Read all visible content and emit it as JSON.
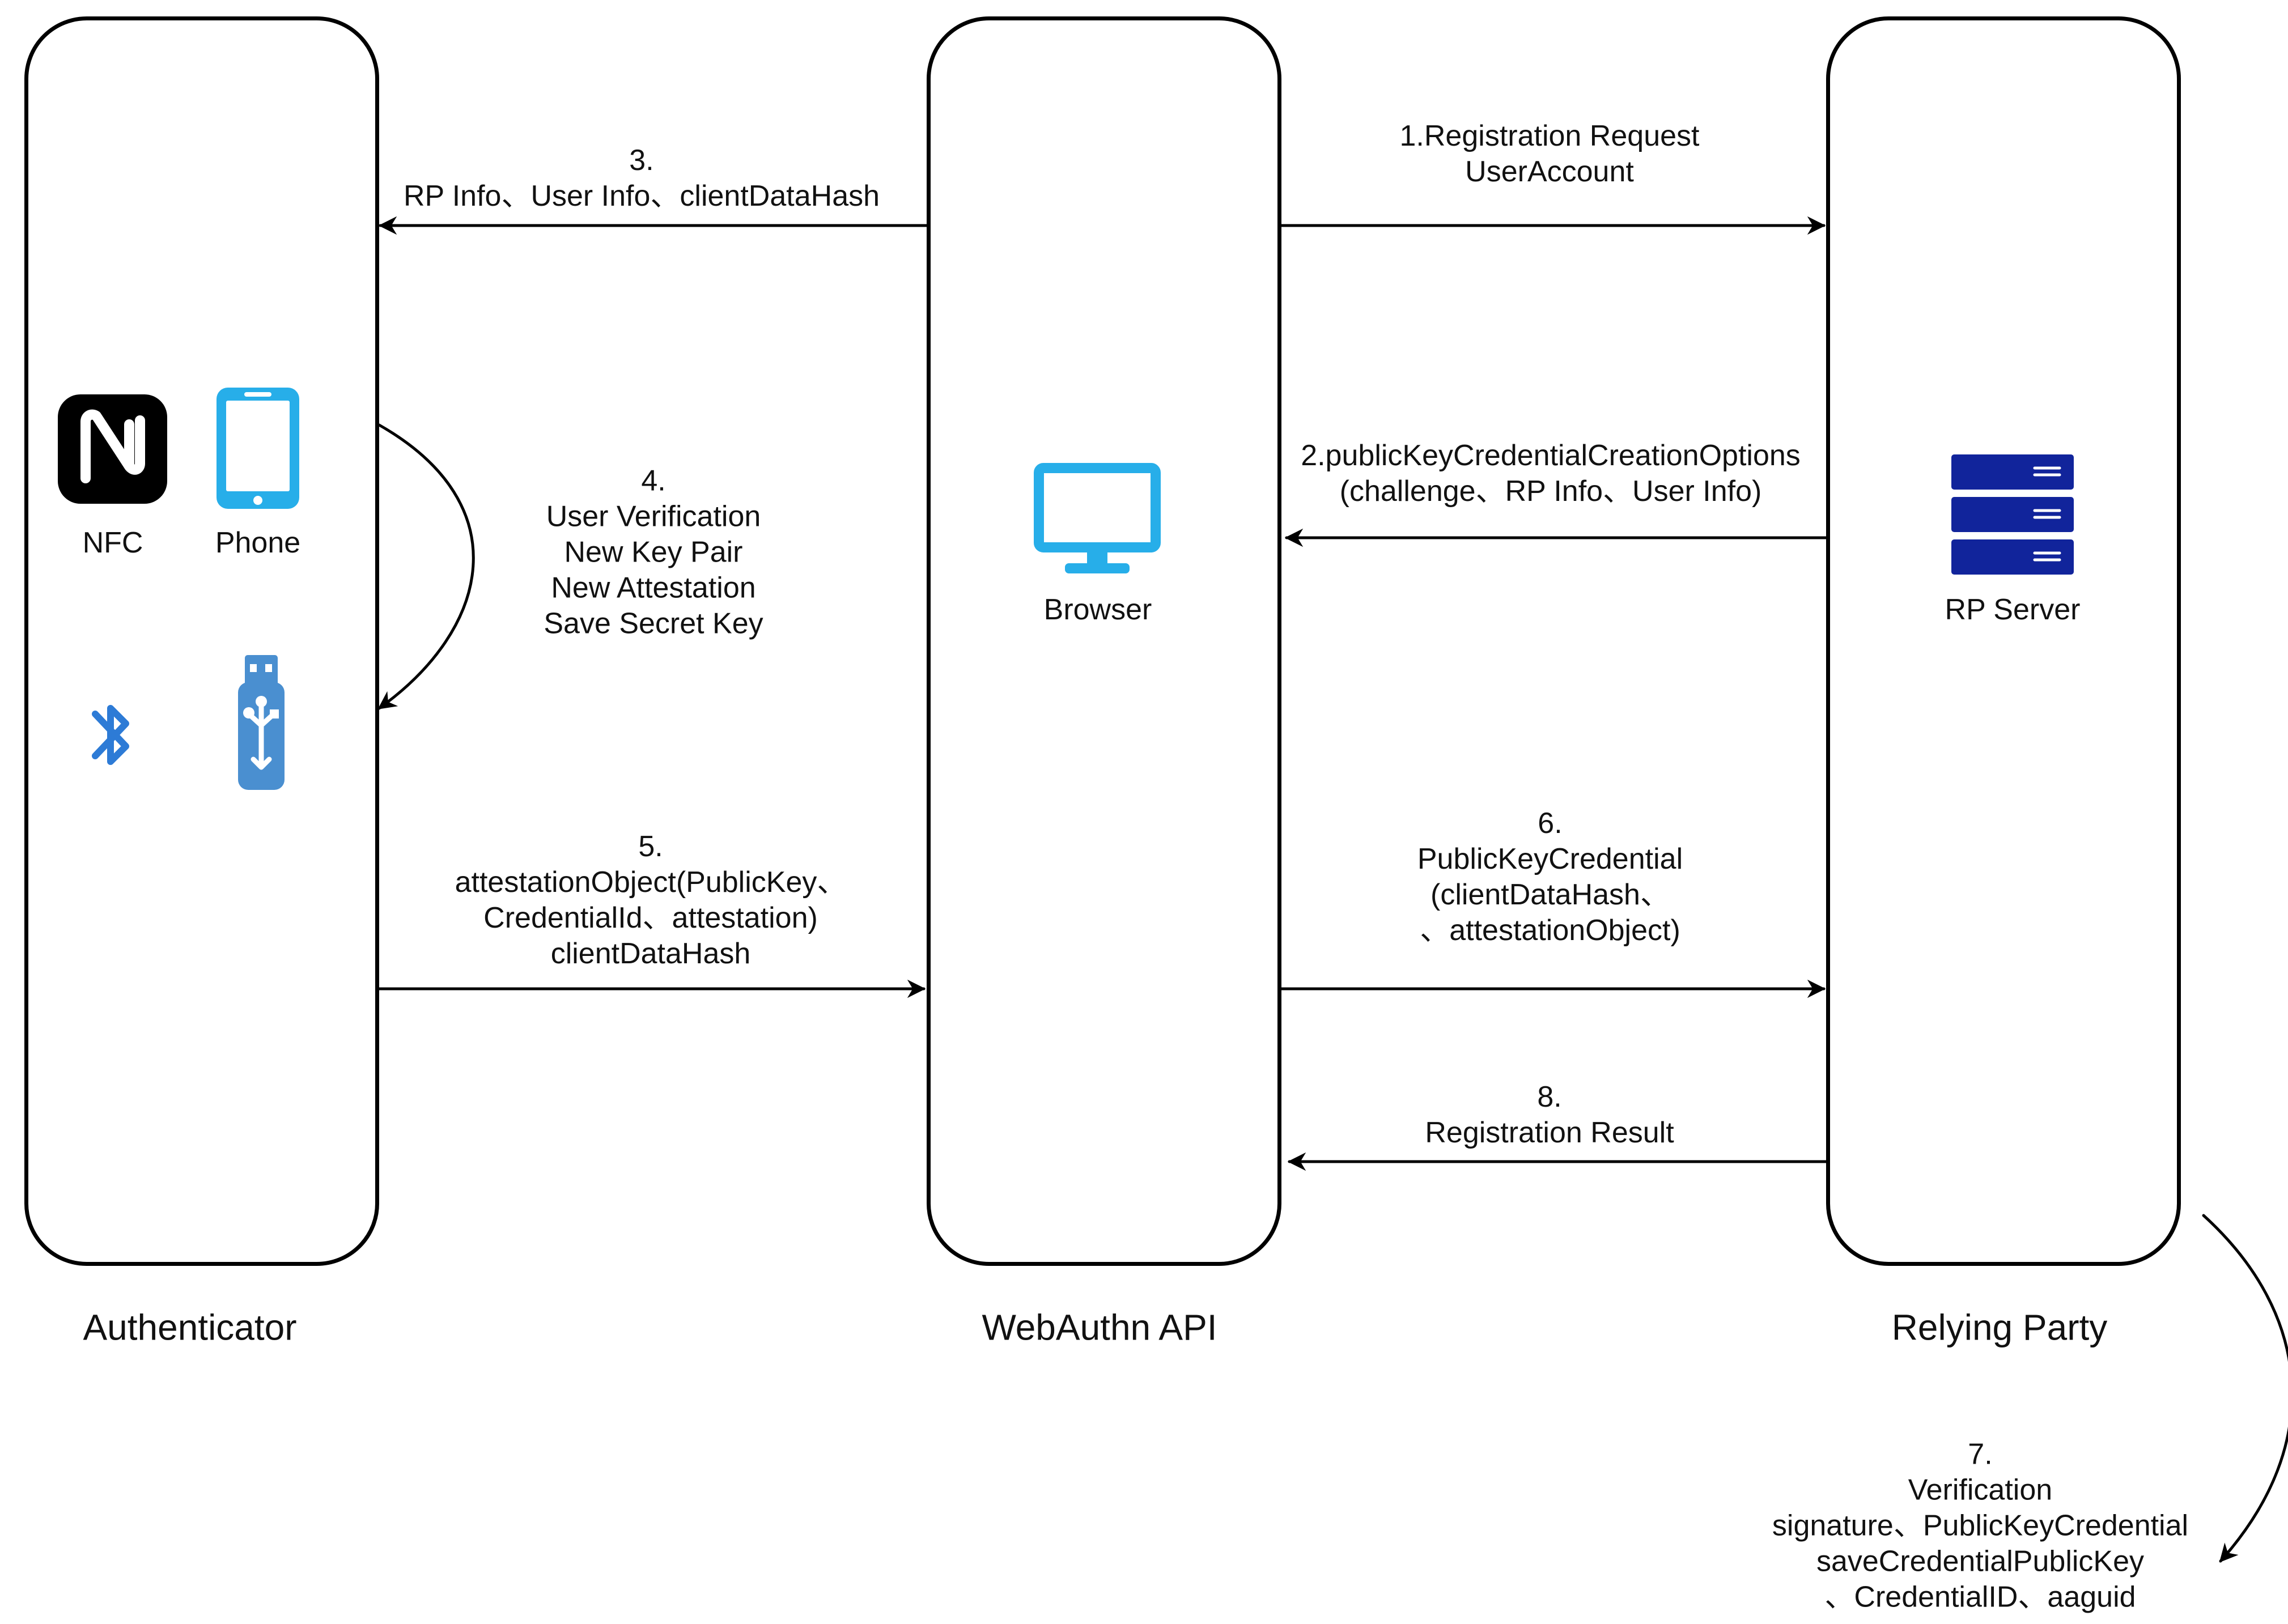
{
  "lanes": {
    "authenticator": "Authenticator",
    "webauthn_api": "WebAuthn API",
    "relying_party": "Relying Party"
  },
  "nodes": {
    "nfc": "NFC",
    "phone": "Phone",
    "browser": "Browser",
    "rp_server": "RP Server"
  },
  "messages": {
    "step1": "1.Registration Request\nUserAccount",
    "step2": "2.publicKeyCredentialCreationOptions\n(challenge、RP Info、User Info)",
    "step3": "3.\nRP Info、User Info、clientDataHash",
    "step4": "4.\nUser Verification\nNew Key Pair\nNew Attestation\nSave Secret Key",
    "step5": "5.\nattestationObject(PublicKey、\nCredentialId、attestation)\nclientDataHash",
    "step6": "6.\nPublicKeyCredential\n(clientDataHash、\n、attestationObject)",
    "step7": "7.\nVerification\nsignature、PublicKeyCredential\nsaveCredentialPublicKey\n、CredentialID、aaguid",
    "step8": "8.\nRegistration Result"
  },
  "icons": {
    "nfc": "nfc-icon",
    "phone": "phone-icon",
    "bluetooth": "bluetooth-icon",
    "usb": "usb-drive-icon",
    "browser": "monitor-icon",
    "server": "server-rack-icon"
  },
  "colors": {
    "line": "#000000",
    "accent": "#27aee9",
    "bluetooth": "#2d7bd6",
    "usb": "#4a8fd0",
    "server": "#11249b"
  }
}
